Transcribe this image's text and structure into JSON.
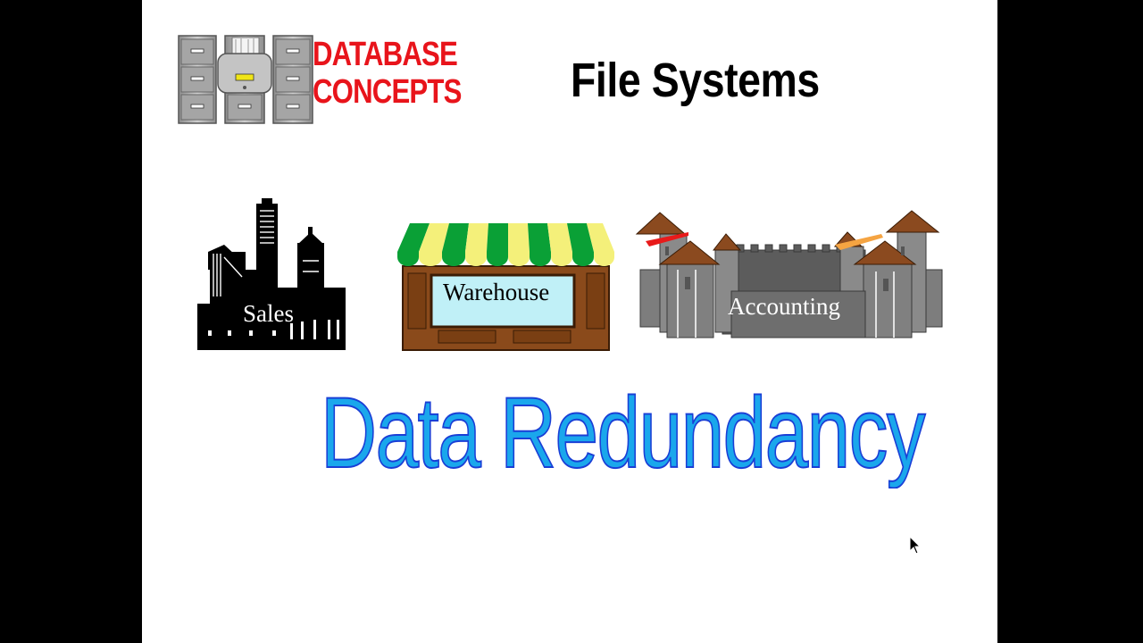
{
  "logo": {
    "line1": "DATABASE",
    "line2": "CONCEPTS",
    "icon": "filing-cabinets-icon",
    "color": "#e8141b"
  },
  "title": "File Systems",
  "departments": [
    {
      "label": "Sales",
      "icon": "city-skyline-icon"
    },
    {
      "label": "Warehouse",
      "icon": "storefront-awning-icon"
    },
    {
      "label": "Accounting",
      "icon": "castle-icon"
    }
  ],
  "concept": {
    "text": "Data Redundancy",
    "fill_color": "#1aa7ec",
    "outline_color": "#1a3fd6"
  },
  "colors": {
    "background": "#000000",
    "slide": "#ffffff"
  },
  "cursor": "mouse-pointer-icon"
}
